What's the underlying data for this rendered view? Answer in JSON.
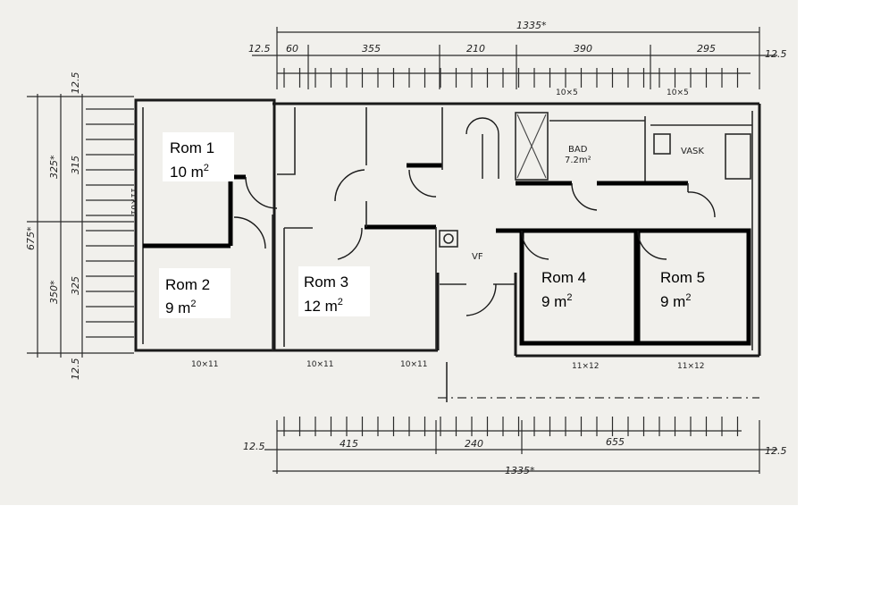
{
  "plan": {
    "dims_top": {
      "overall": "1335*",
      "left_edge": "12.5",
      "right_edge": "12.5",
      "segments": [
        "60",
        "355",
        "210",
        "390",
        "295"
      ]
    },
    "dims_bottom": {
      "overall": "1335*",
      "left_edge": "12.5",
      "right_edge": "12.5",
      "segments": [
        "415",
        "240",
        "655"
      ]
    },
    "dims_left": {
      "overall": "675*",
      "top_edge": "12.5",
      "bottom_edge": "12.5",
      "upper_outer": "325*",
      "upper_inner": "315",
      "lower_outer": "350*",
      "lower_inner": "325"
    },
    "rooms": [
      {
        "name": "Rom 1",
        "area": "10 m"
      },
      {
        "name": "Rom 2",
        "area": "9 m"
      },
      {
        "name": "Rom 3",
        "area": "12 m"
      },
      {
        "name": "Rom 4",
        "area": "9 m"
      },
      {
        "name": "Rom 5",
        "area": "9 m"
      }
    ],
    "area_unit_exp": "2",
    "fixtures": {
      "bath_label": "BAD",
      "bath_area": "7.2m²",
      "laundry_label": "VASK",
      "vf_label": "VF"
    },
    "window_labels": {
      "left_side": "11×01",
      "bottom_1": "10×11",
      "bottom_2": "10×11",
      "bottom_3": "10×11",
      "bottom_4": "11×12",
      "bottom_5": "11×12",
      "top_1": "10×5",
      "top_2": "10×5"
    }
  }
}
